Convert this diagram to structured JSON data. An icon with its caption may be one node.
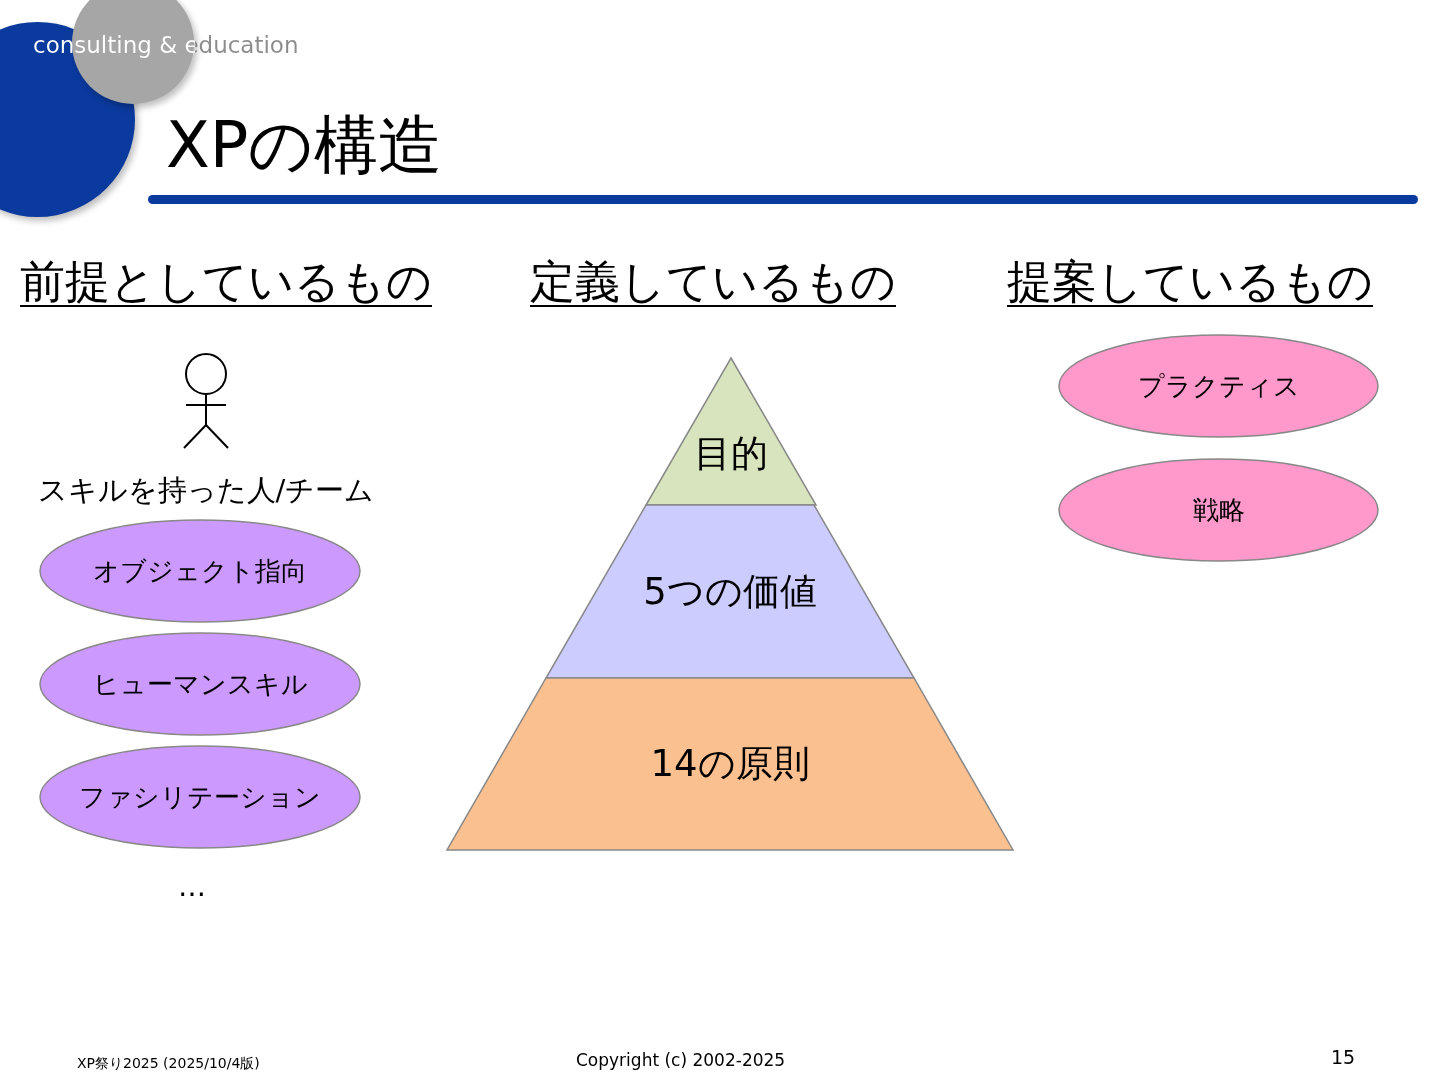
{
  "diagram": {
    "title": "XPの構造",
    "nodes": [
      {
        "text": [],
        "shape": "person",
        "beside": [
          "スキルを持った人/チーム"
        ]
      },
      {
        "text": [
          "オブジェクト指向"
        ]
      },
      {
        "text": [
          "ヒューマンスキル"
        ]
      },
      {
        "text": [
          "ファシリテーション"
        ]
      },
      {
        "text": [
          "目的"
        ]
      },
      {
        "text": [
          "5つの価値"
        ]
      },
      {
        "text": [
          "14の原則"
        ]
      },
      {
        "text": [
          "プラクティス"
        ]
      },
      {
        "text": [
          "戦略"
        ]
      }
    ],
    "labels": [
      "consulting & education",
      "前提としているもの",
      "定義しているもの",
      "提案しているもの",
      "…",
      "XP祭り2025 (2025/10/4版)",
      "Copyright (c) 2002-2025",
      "15"
    ]
  }
}
